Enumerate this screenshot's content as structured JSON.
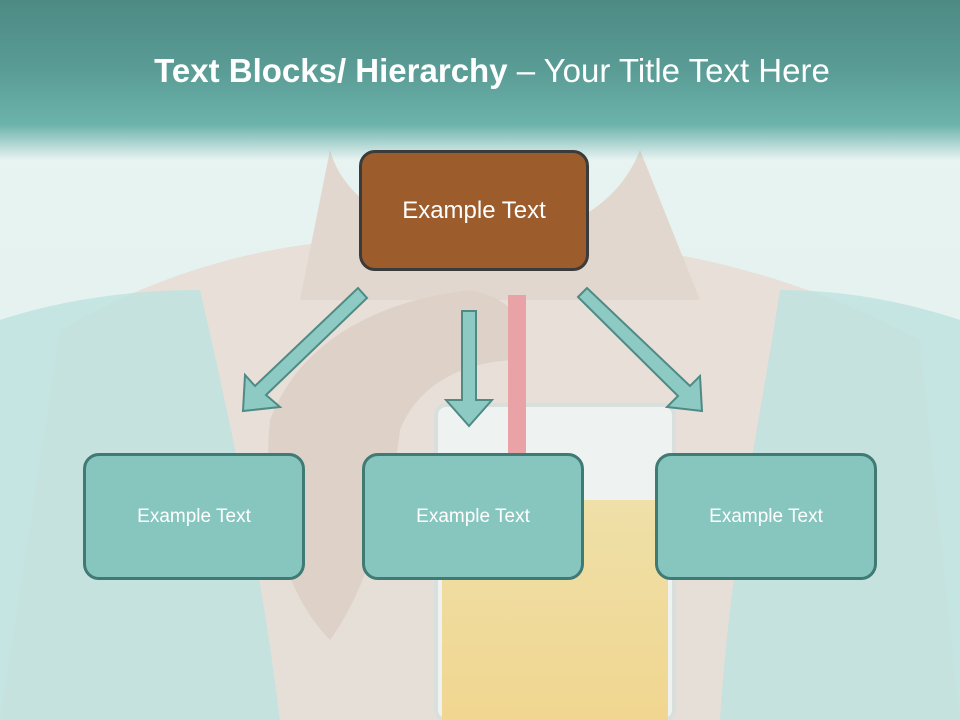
{
  "slide": {
    "title_bold": "Text Blocks/ Hierarchy",
    "title_separator": " – ",
    "title_rest": "Your Title Text Here"
  },
  "hierarchy": {
    "root": {
      "label": "Example Text"
    },
    "children": [
      {
        "label": "Example Text"
      },
      {
        "label": "Example Text"
      },
      {
        "label": "Example Text"
      }
    ]
  },
  "colors": {
    "title_band": "#5a9d96",
    "root_fill": "#9c5c2b",
    "child_fill": "#86c6bf",
    "arrow_fill": "#8ccac3"
  }
}
